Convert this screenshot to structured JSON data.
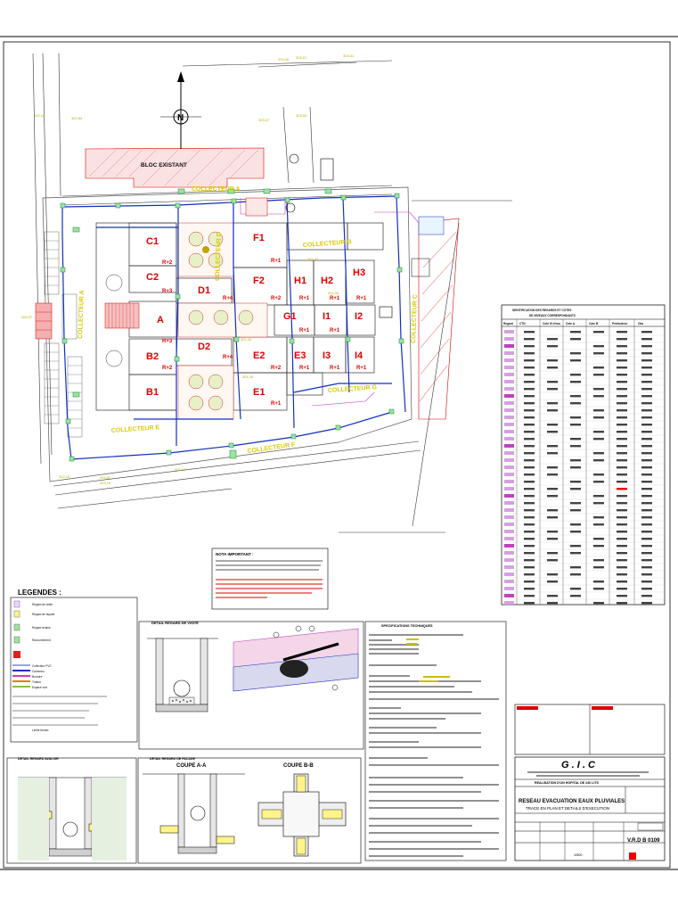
{
  "plan": {
    "existing_block": "BLOC EXISTANT",
    "north": "N",
    "buildings": [
      "C1",
      "C2",
      "D1",
      "F1",
      "F2",
      "H1",
      "H2",
      "H3",
      "G1",
      "I1",
      "I2",
      "A",
      "B2",
      "B1",
      "D2",
      "E2",
      "E3",
      "I3",
      "I4",
      "E1"
    ],
    "levels": [
      "R+2",
      "R+3",
      "R+4",
      "R+1",
      "R+2",
      "R+1",
      "R+1",
      "R+1",
      "R+1",
      "R+1",
      "R+3",
      "R+4",
      "R+2",
      "R+2",
      "R+1",
      "R+1",
      "R+1",
      "R+1"
    ],
    "collectors": [
      "COLLECTEUR A",
      "COLLECTEUR A",
      "COLLECTEUR B",
      "COLLECTEUR C",
      "COLLECTEUR D",
      "COLLECTEUR E",
      "COLLECTEUR F",
      "COLLECTEUR G"
    ],
    "elevations": [
      "303,46",
      "303,51",
      "303,41",
      "303,07",
      "303,53",
      "302,18",
      "302,84",
      "300,97",
      "302,15",
      "302,81",
      "303,16",
      "302,64",
      "302,47",
      "301,26",
      "302,33",
      "302,43"
    ]
  },
  "table": {
    "title_line1": "IDENTIFICATION DES REGARDS ET COTES",
    "title_line2": "DE NIVEAUX CORRESPONDANTS",
    "headers": [
      "Regard",
      "CTN",
      "Cote fil d'eau",
      "Cote A",
      "Cote B",
      "Profondeur",
      "Obs"
    ]
  },
  "note": {
    "title": "NOTA IMPORTANT :",
    "text": "Les collecteurs seront posés suivant les cotes indiquées, toute modification doit être approuvée par le bureau d'études."
  },
  "legend": {
    "title": "LEGENDES :",
    "items": [
      "Regard de visite",
      "Regard de façade",
      "Regard avaloir",
      "Raccordement",
      "Collecteur PVC",
      "Caniveau",
      "Bordure",
      "Trottoir",
      "Espace vert",
      "Limite terrain"
    ]
  },
  "details": {
    "detail1_title": "DETAIL REGARD DE VISITE",
    "detail2_title": "DETAIL DE POSE",
    "detail3_title": "DETAIL REGARD DE FACADE",
    "detail4_title": "DETAIL REGARD AVALOIR",
    "coupe_aa": "COUPE A-A",
    "coupe_bb": "COUPE B-B"
  },
  "specs": {
    "title": "SPECIFICATIONS TECHNIQUES"
  },
  "title_block": {
    "company": "G . I . C",
    "project": "REALISATION D'UN HOPITAL DE 240 LITS",
    "drawing_title": "RESEAU EVACUATION EAUX PLUVIALES",
    "drawing_subtitle": "TRACE EN PLAN ET DETAILS D'EXECUTION",
    "drawing_no": "V.R.D B 0109",
    "scale": "1/500"
  }
}
